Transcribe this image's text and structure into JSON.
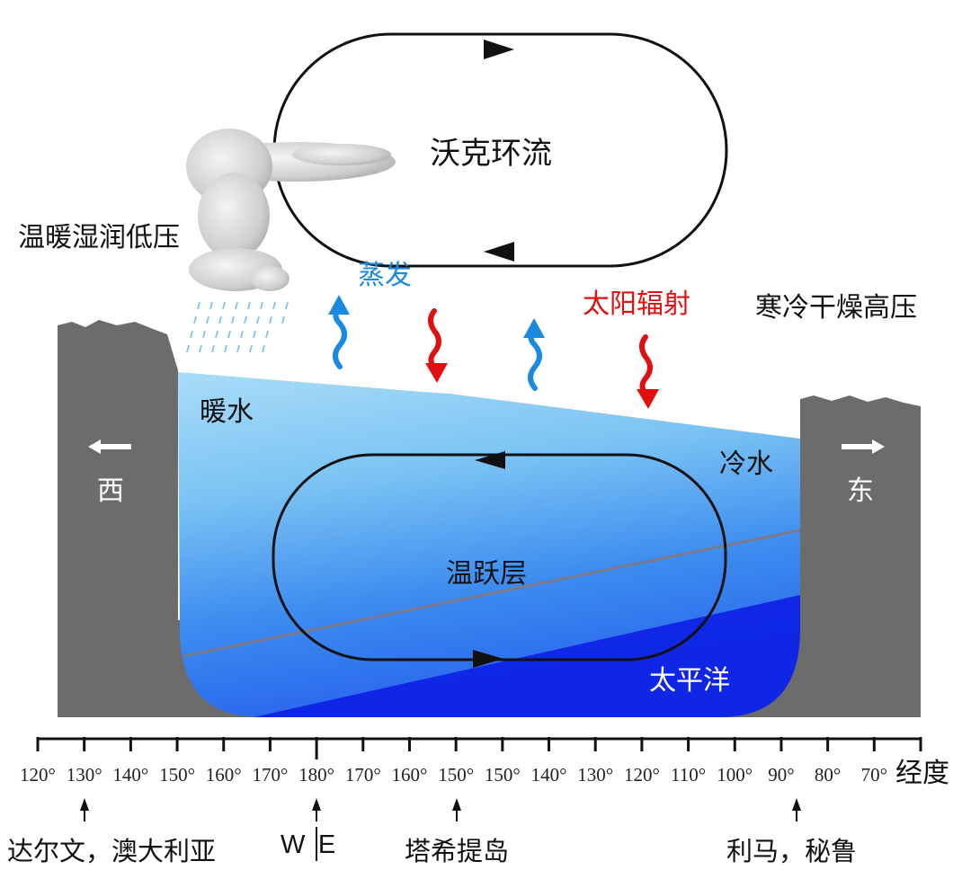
{
  "atmosphere": {
    "walker_circulation": "沃克环流",
    "west_pressure": "温暖湿润低压",
    "east_pressure": "寒冷干燥高压",
    "evaporation": "蒸发",
    "solar_radiation": "太阳辐射"
  },
  "ocean": {
    "warm_water": "暖水",
    "cold_water": "冷水",
    "thermocline": "温跃层",
    "pacific": "太平洋",
    "west": "西",
    "east": "东"
  },
  "axis": {
    "ticks": [
      "120°",
      "130°",
      "140°",
      "150°",
      "160°",
      "170°",
      "180°",
      "170°",
      "160°",
      "150°",
      "150°",
      "140°",
      "130°",
      "120°",
      "110°",
      "100°",
      "90°",
      "80°",
      "70°"
    ],
    "label": "经度"
  },
  "locations": {
    "darwin": "达尔文，澳大利亚",
    "dateline": "W│E",
    "tahiti": "塔希提岛",
    "lima": "利马，秘鲁"
  },
  "colors": {
    "evaporation": "#1a8ae0",
    "radiation": "#e01010",
    "land": "#6c6c6c"
  }
}
